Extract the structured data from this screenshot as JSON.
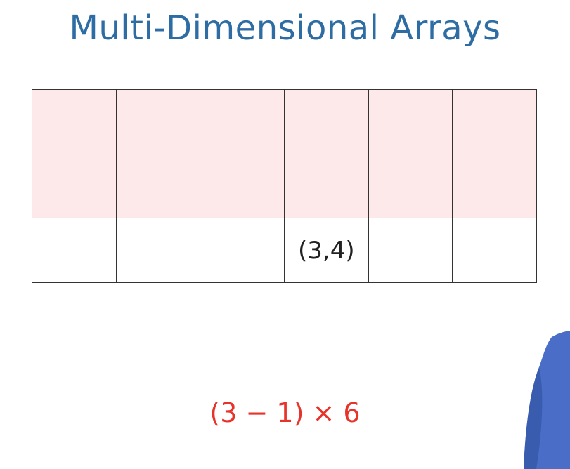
{
  "title": "Multi-Dimensional Arrays",
  "grid": {
    "rows": 3,
    "cols": 6,
    "highlighted_rows": 2,
    "labeled_cell": {
      "row": 3,
      "col": 4,
      "label": "(3,4)"
    }
  },
  "formula": "(3 − 1) × 6",
  "colors": {
    "title": "#2e6da4",
    "highlight_fill": "#fde8ea",
    "formula": "#e8332b",
    "presenter_shirt": "#4a6ec8"
  }
}
